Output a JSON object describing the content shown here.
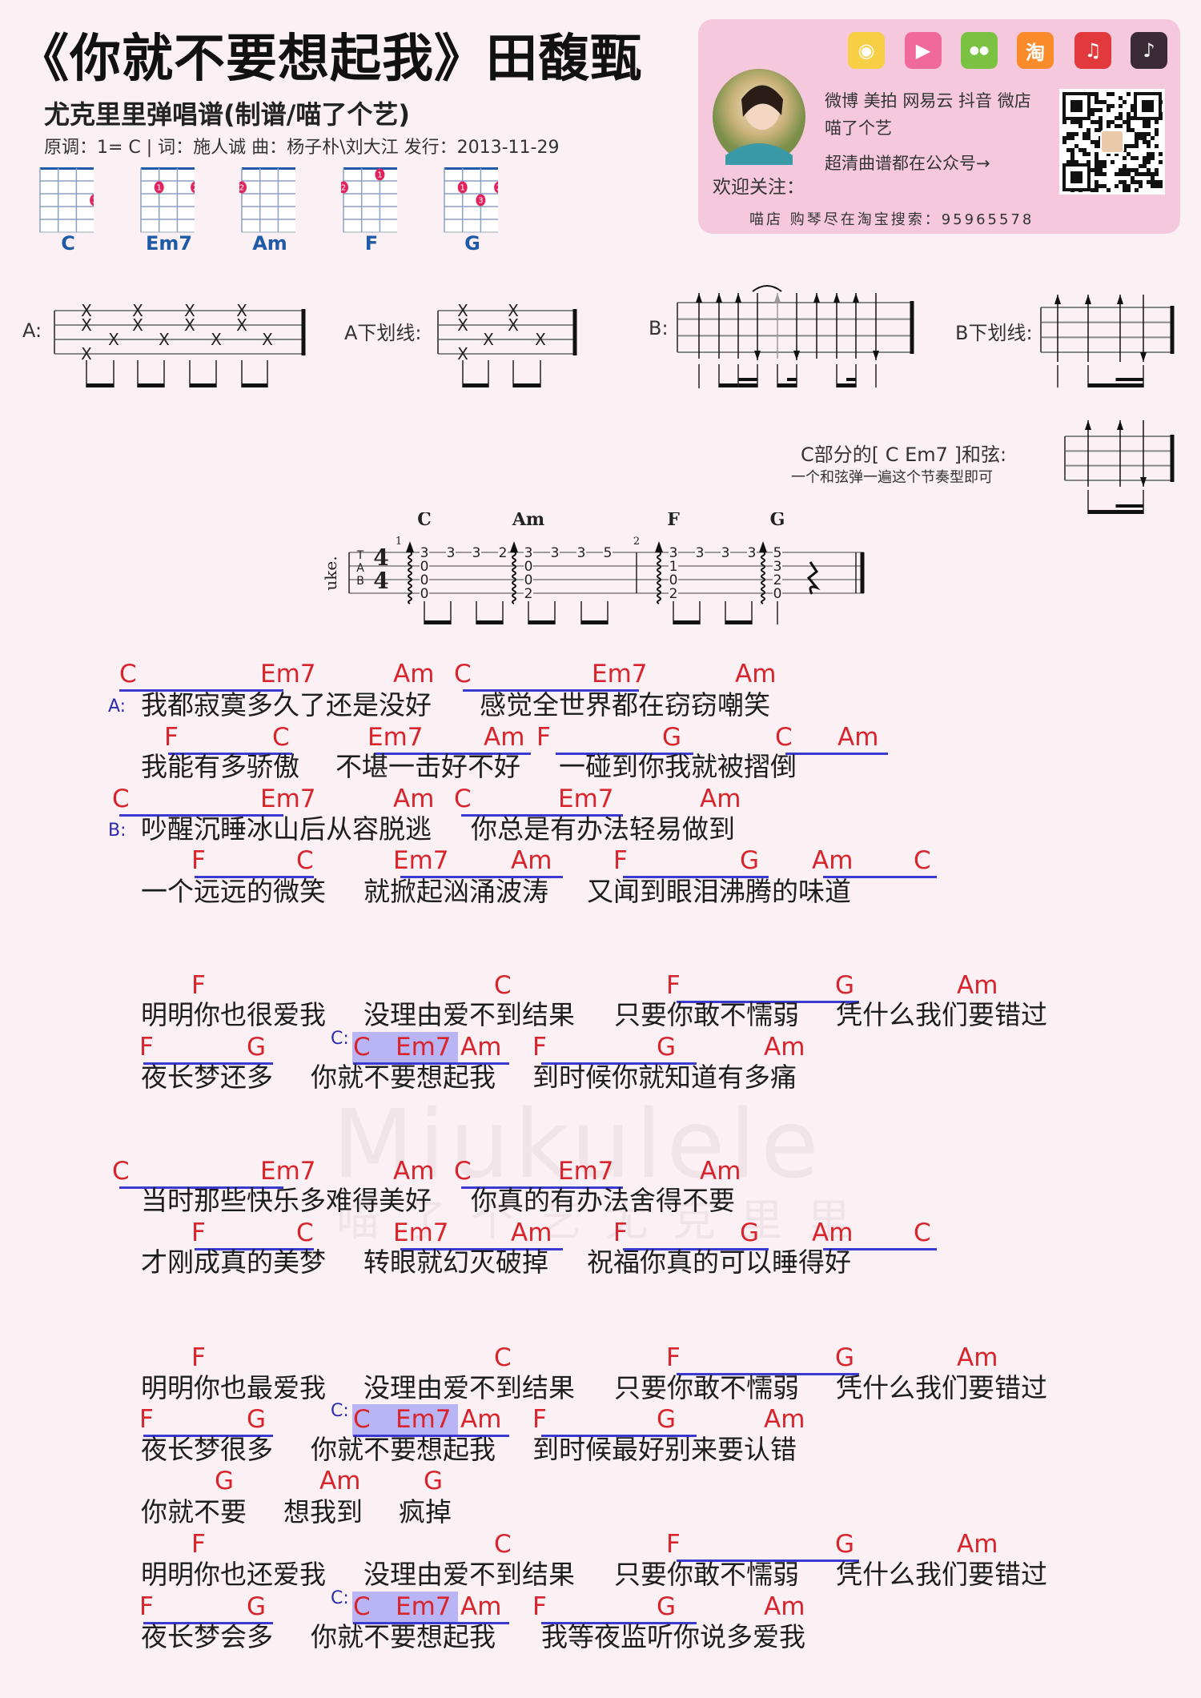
{
  "header": {
    "title": "《你就不要想起我》田馥甄",
    "subtitle": "尤克里里弹唱谱(制谱/喵了个艺)",
    "info": "原调：1= C | 词：施人诚 曲：杨子朴\\刘大江  发行：2013-11-29"
  },
  "chord_diagrams": [
    {
      "name": "C",
      "fingers": [
        {
          "string": 4,
          "fret": 3,
          "finger": "3"
        }
      ]
    },
    {
      "name": "Em7",
      "fingers": [
        {
          "string": 2,
          "fret": 2,
          "finger": "1"
        },
        {
          "string": 4,
          "fret": 2,
          "finger": "2"
        }
      ]
    },
    {
      "name": "Am",
      "fingers": [
        {
          "string": 1,
          "fret": 2,
          "finger": "2"
        }
      ]
    },
    {
      "name": "F",
      "fingers": [
        {
          "string": 1,
          "fret": 2,
          "finger": "2"
        },
        {
          "string": 3,
          "fret": 1,
          "finger": "1"
        }
      ]
    },
    {
      "name": "G",
      "fingers": [
        {
          "string": 2,
          "fret": 2,
          "finger": "1"
        },
        {
          "string": 3,
          "fret": 3,
          "finger": "3"
        },
        {
          "string": 4,
          "fret": 2,
          "finger": "2"
        }
      ]
    }
  ],
  "promo_card": {
    "icons": [
      {
        "name": "weibo",
        "color": "#f6cf45",
        "glyph": "◉"
      },
      {
        "name": "meipai",
        "color": "#ef6a9a",
        "glyph": "▶"
      },
      {
        "name": "wechat",
        "color": "#7cc242",
        "glyph": "●●"
      },
      {
        "name": "taobao",
        "color": "#f98b2a",
        "glyph": "淘"
      },
      {
        "name": "netease-music",
        "color": "#e23a3c",
        "glyph": "♫"
      },
      {
        "name": "douyin",
        "color": "#3b2b37",
        "glyph": "♪"
      }
    ],
    "platforms": "微博 美拍 网易云 抖音 微店",
    "account": "喵了个艺",
    "official_account": "超清曲谱都在公众号→",
    "follow": "欢迎关注：",
    "shop": "喵店   购琴尽在淘宝搜索：95965578"
  },
  "strum_patterns": {
    "a_label": "A:",
    "a_under_label": "A下划线:",
    "b_label": "B:",
    "b_under_label": "B下划线:",
    "c_label": "C部分的[ C   Em7 ]和弦:",
    "c_note": "一个和弦弹一遍这个节奏型即可"
  },
  "tab": {
    "instrument": "uke.",
    "tab_letters": [
      "T",
      "A",
      "B"
    ],
    "time_signature": [
      "4",
      "4"
    ],
    "chords": [
      "C",
      "Am",
      "F",
      "G"
    ],
    "measure_numbers": [
      "1",
      "2"
    ],
    "notes": [
      [
        "3",
        "0",
        "0",
        "0"
      ],
      [
        "3"
      ],
      [
        "3"
      ],
      [
        "2"
      ],
      [
        "3",
        "0",
        "0",
        "2"
      ],
      [
        "3"
      ],
      [
        "3"
      ],
      [
        "5"
      ],
      [
        "3",
        "1",
        "0",
        "2"
      ],
      [
        "3"
      ],
      [
        "3"
      ],
      [
        "3"
      ],
      [
        "5",
        "3",
        "2",
        "0"
      ]
    ]
  },
  "lyrics": {
    "lines": [
      {
        "marker": "A:",
        "chords": [
          "C",
          "Em7",
          "Am",
          "C",
          "Em7",
          "Am"
        ],
        "segments": [
          "我都寂寞多久了还是没好",
          "感觉全世界都在窃窃嘲笑"
        ]
      },
      {
        "chords": [
          "F",
          "C",
          "Em7",
          "Am",
          "F",
          "G",
          "C",
          "Am"
        ],
        "segments": [
          "我能有多骄傲",
          "不堪一击好不好",
          "一碰到你我就被摺倒"
        ]
      },
      {
        "marker": "B:",
        "chords": [
          "C",
          "Em7",
          "Am",
          "C",
          "Em7",
          "Am"
        ],
        "segments": [
          "吵醒沉睡冰山后从容脱逃",
          "你总是有办法轻易做到"
        ]
      },
      {
        "chords": [
          "F",
          "C",
          "Em7",
          "Am",
          "F",
          "G",
          "Am",
          "C"
        ],
        "segments": [
          "一个远远的微笑",
          "就掀起汹涌波涛",
          "又闻到眼泪沸腾的味道"
        ]
      },
      {
        "chords": [
          "F",
          "C",
          "F",
          "G",
          "Am"
        ],
        "segments": [
          "明明你也很爱我",
          "没理由爱不到结果",
          "只要你敢不懦弱",
          "凭什么我们要错过"
        ]
      },
      {
        "section": "C:",
        "chords": [
          "F",
          "G",
          "C",
          "Em7",
          "Am",
          "F",
          "G",
          "Am"
        ],
        "segments": [
          "夜长梦还多",
          "你就不要想起我",
          "到时候你就知道有多痛"
        ]
      },
      {
        "chords": [
          "C",
          "Em7",
          "Am",
          "C",
          "Em7",
          "Am"
        ],
        "segments": [
          "当时那些快乐多难得美好",
          "你真的有办法舍得不要"
        ]
      },
      {
        "chords": [
          "F",
          "C",
          "Em7",
          "Am",
          "F",
          "G",
          "Am",
          "C"
        ],
        "segments": [
          "才刚成真的美梦",
          "转眼就幻灭破掉",
          "祝福你真的可以睡得好"
        ]
      },
      {
        "chords": [
          "F",
          "C",
          "F",
          "G",
          "Am"
        ],
        "segments": [
          "明明你也最爱我",
          "没理由爱不到结果",
          "只要你敢不懦弱",
          "凭什么我们要错过"
        ]
      },
      {
        "section": "C:",
        "chords": [
          "F",
          "G",
          "C",
          "Em7",
          "Am",
          "F",
          "G",
          "Am"
        ],
        "segments": [
          "夜长梦很多",
          "你就不要想起我",
          "到时候最好别来要认错"
        ]
      },
      {
        "chords": [
          "G",
          "Am",
          "G"
        ],
        "segments": [
          "你就不要",
          "想我到",
          "疯掉"
        ]
      },
      {
        "chords": [
          "F",
          "C",
          "F",
          "G",
          "Am"
        ],
        "segments": [
          "明明你也还爱我",
          "没理由爱不到结果",
          "只要你敢不懦弱",
          "凭什么我们要错过"
        ]
      },
      {
        "section": "C:",
        "chords": [
          "F",
          "G",
          "C",
          "Em7",
          "Am",
          "F",
          "G",
          "Am"
        ],
        "segments": [
          "夜长梦会多",
          "你就不要想起我",
          "我等夜监听你说多爱我"
        ]
      }
    ]
  },
  "watermark": {
    "brand": "Miukulele",
    "sub": "喵了个艺尤克里里"
  },
  "colors": {
    "chord": "#d8242c",
    "underline": "#3a3ad0",
    "highlight": "#b9b4f4",
    "diagram": "#1e5aa8",
    "finger_dot": "#e0245e",
    "card": "#f6c8de"
  }
}
